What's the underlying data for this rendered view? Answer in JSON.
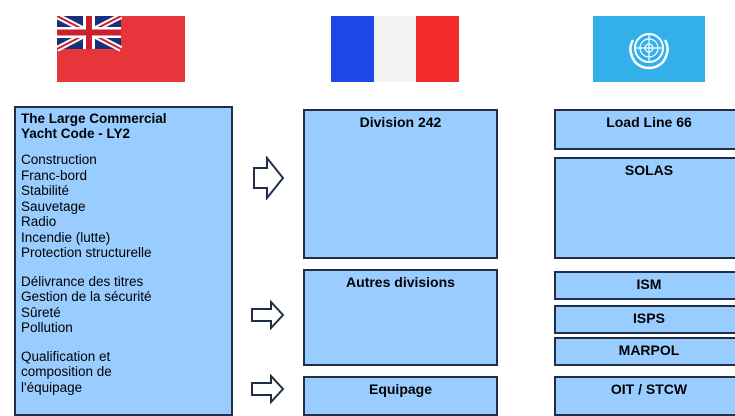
{
  "flags": [
    {
      "country": "United Kingdom (Red Ensign)",
      "icon": "red-ensign-flag-icon",
      "colors": {
        "field": "#e8343b",
        "canton": "#1a2e7a"
      }
    },
    {
      "country": "France",
      "icon": "french-flag-icon",
      "colors": {
        "blue": "#1f47e6",
        "white": "#f5f5f5",
        "red": "#f22b2b"
      }
    },
    {
      "country": "United Nations",
      "icon": "un-flag-icon",
      "colors": {
        "field": "#33b0ea",
        "emblem": "#ffffff"
      }
    }
  ],
  "uk_code": {
    "title_line1": "The Large Commercial",
    "title_line2": "Yacht Code - LY2",
    "group1": [
      "Construction",
      "Franc-bord",
      "Stabilité",
      "Sauvetage",
      "Radio",
      "Incendie (lutte)",
      "Protection structurelle"
    ],
    "group2": [
      "Délivrance des titres",
      "Gestion de la sécurité",
      "Sûreté",
      "Pollution"
    ],
    "group3": [
      "Qualification et",
      "composition de",
      "l'équipage"
    ]
  },
  "france": {
    "division_242": "Division 242",
    "autres_divisions": "Autres divisions",
    "equipage": "Equipage"
  },
  "international": {
    "load_line": "Load Line 66",
    "solas": "SOLAS",
    "ism": "ISM",
    "isps": "ISPS",
    "marpol": "MARPOL",
    "oit_stcw": "OIT / STCW"
  },
  "colors": {
    "box_fill": "#99ccff",
    "box_border": "#1f2f4a",
    "arrow_fill": "#ffffff",
    "arrow_stroke": "#1f2f4a"
  }
}
